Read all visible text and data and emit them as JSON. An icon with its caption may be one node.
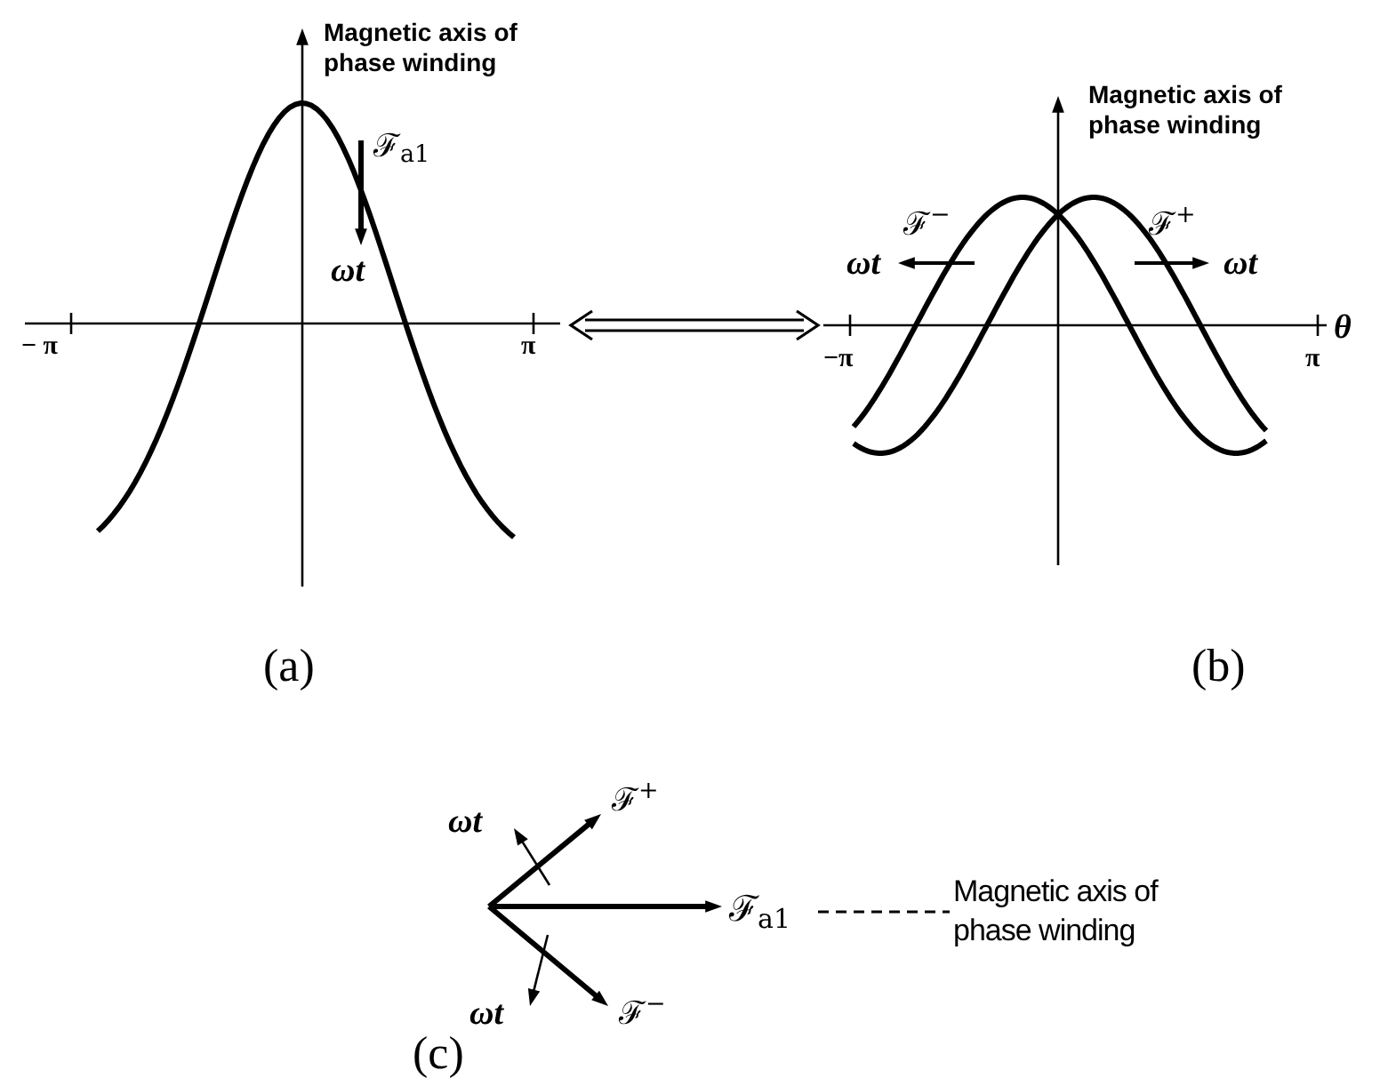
{
  "diagram": {
    "nodes": [
      {
        "text": [],
        "shape": "picture"
      },
      {
        "text": [],
        "shape": "picture"
      },
      {
        "text": [
          "ℱ$_{a1}$"
        ]
      },
      {
        "text": [
          "Magnetic axis of phase winding"
        ]
      }
    ],
    "edges": [
      {
        "from": 0,
        "to": 1,
        "arrow": "both"
      },
      {
        "from": 2,
        "to": 3,
        "arrow": "none",
        "style": "dashed"
      }
    ],
    "labels": [
      "Magnetic axis of phase winding",
      "ℱ$_{a1}$",
      "ωt",
      "− π",
      "π",
      "Magnetic axis of phase winding",
      "ℱ$^{−}$",
      "ℱ$^{+}$",
      "ωt",
      "ωt",
      "θ",
      "−π",
      "π",
      "(a)",
      "(b)",
      "ωt",
      "ℱ$^{+}$",
      "ωt",
      "ℱ$^{−}$",
      "(c)"
    ]
  }
}
